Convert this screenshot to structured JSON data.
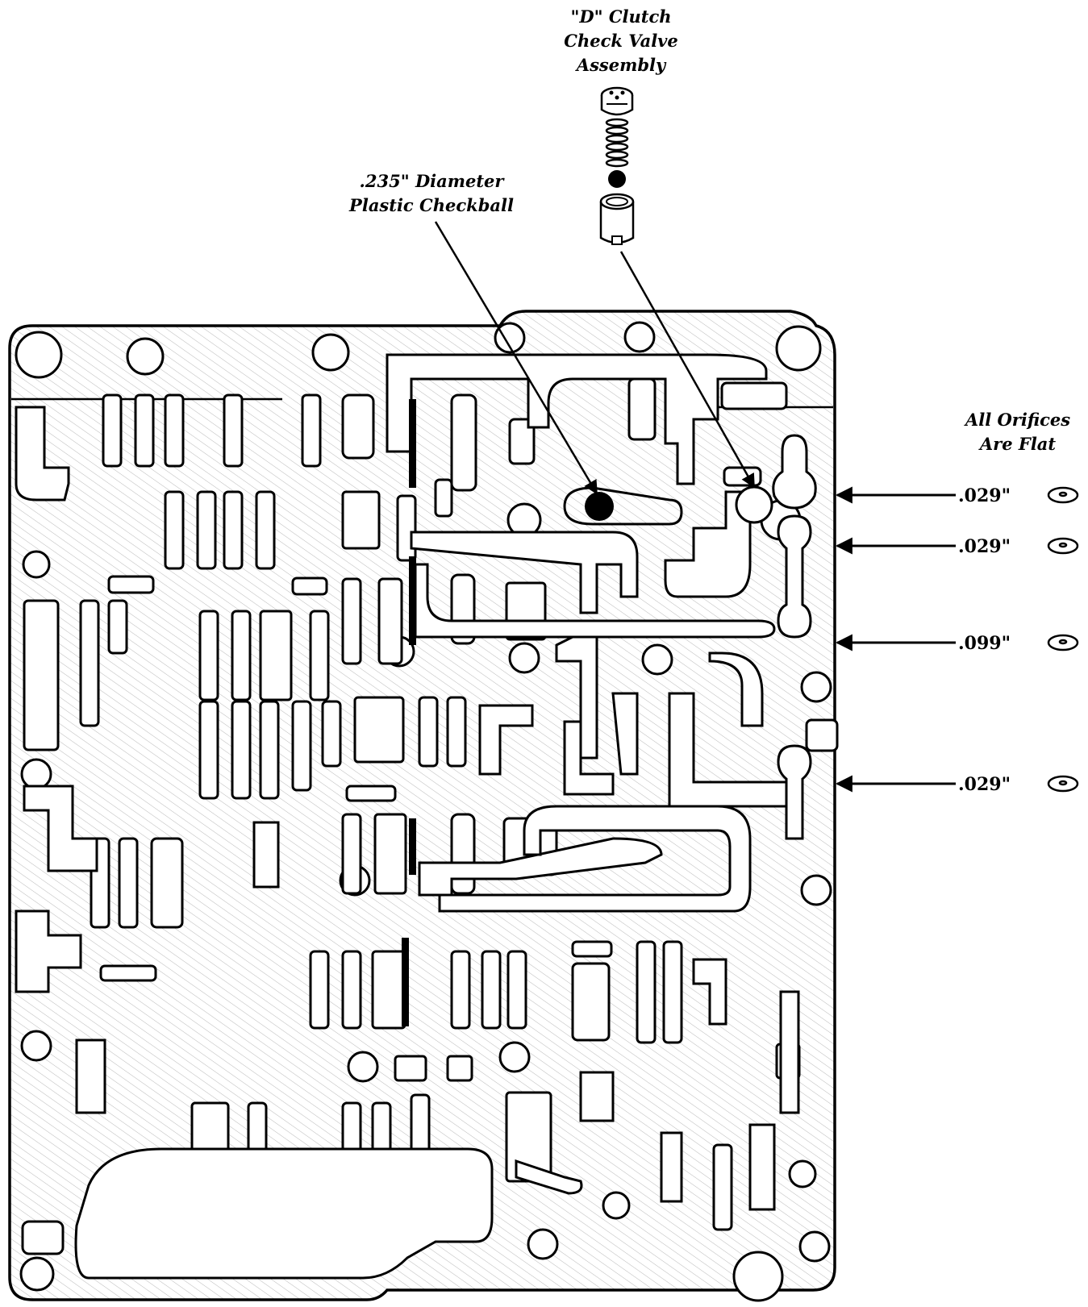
{
  "callouts": {
    "check_valve": [
      "\"D\" Clutch",
      "Check Valve",
      "Assembly"
    ],
    "checkball": [
      ".235\" Diameter",
      "Plastic Checkball"
    ],
    "orifice_note": [
      "All Orifices",
      "Are Flat"
    ]
  },
  "orifices": [
    ".029\"",
    ".029\"",
    ".099\"",
    ".029\""
  ],
  "colors": {
    "line": "#000000",
    "hatch": "#b8b8b8",
    "background": "#ffffff"
  }
}
